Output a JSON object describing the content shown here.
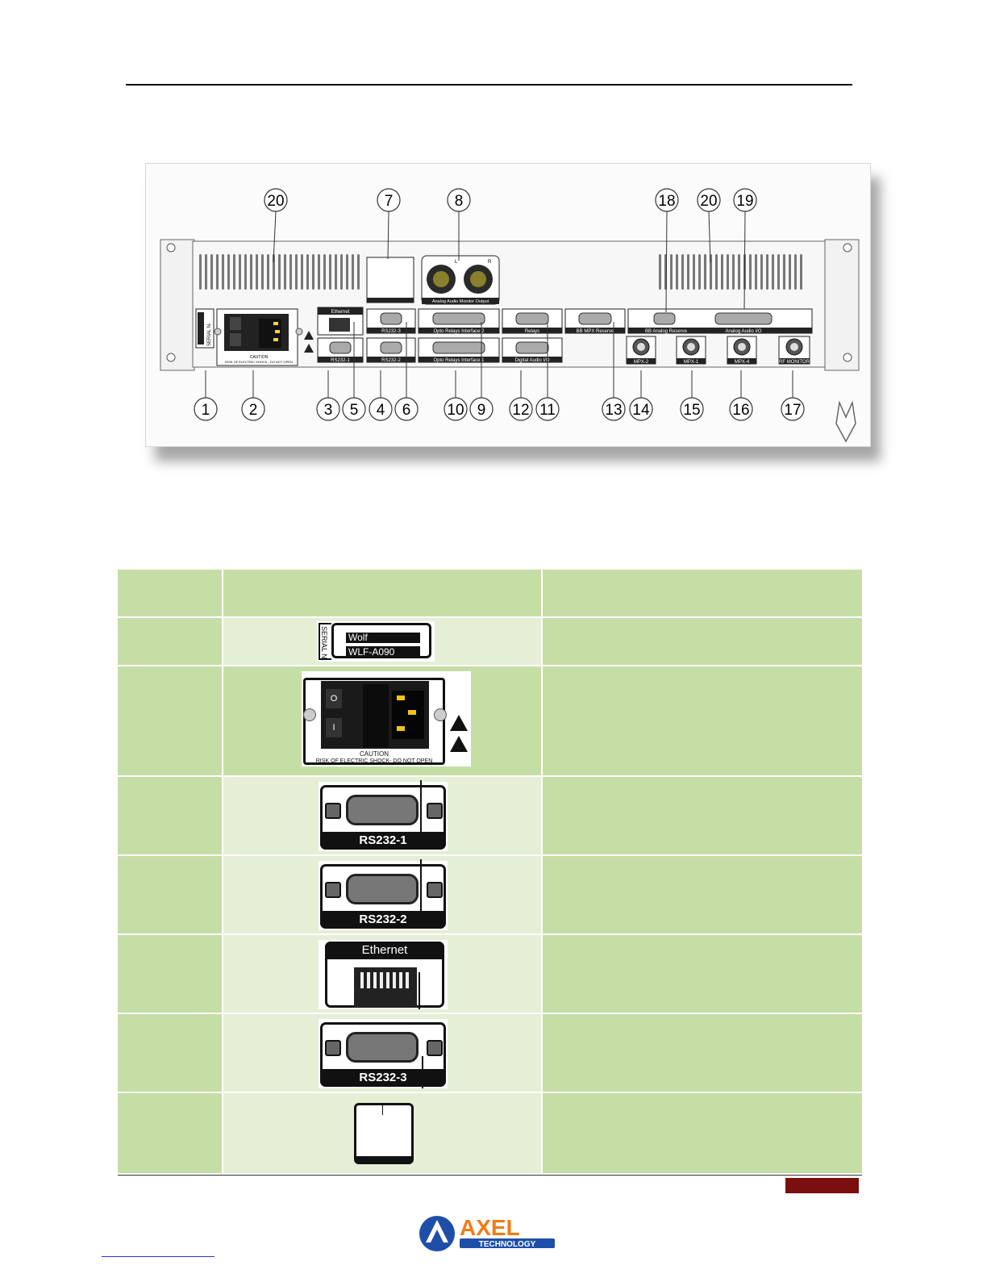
{
  "figure": {
    "callouts_top": [
      "20",
      "7",
      "8",
      "18",
      "20",
      "19"
    ],
    "callouts_bottom": [
      "1",
      "2",
      "3",
      "5",
      "4",
      "6",
      "10",
      "9",
      "12",
      "11",
      "13",
      "14",
      "15",
      "16",
      "17"
    ],
    "panel_labels": {
      "serial": "SERIAL N.",
      "model_small": "WLF-A090",
      "caution": "CAUTION",
      "caution_text": "RISK OF ELECTRIC SHOCK - DO NOT OPEN",
      "ethernet": "Ethernet",
      "rs232_3": "RS232-3",
      "rs232_1": "RS232-1",
      "rs232_2": "RS232-2",
      "opto2": "Opto Relays Interface 2",
      "opto1": "Opto Relays Interface 1",
      "relays": "Relays",
      "digital": "Digital Audio I/O",
      "bb_mpx": "BB MPX Reserve",
      "bb_analog": "BB Analog Reserve",
      "analog_io": "Analog Audio I/O",
      "monitor": "Analog Audio Monitor Output",
      "mpx2": "MPX-2",
      "mpx1": "MPX-1",
      "mpx4": "MPX-4",
      "rf": "RF MONITOR",
      "l": "L",
      "r": "R"
    }
  },
  "table": {
    "thumbs": {
      "serial_brand": "Wolf",
      "serial_model": "WLF-A090",
      "serial_side": "SERIAL N.",
      "power_caution": "CAUTION",
      "power_caution_text": "RISK OF ELECTRIC SHOCK- DO NOT OPEN",
      "rs232_1": "RS232-1",
      "rs232_2": "RS232-2",
      "ethernet": "Ethernet",
      "rs232_3": "RS232-3"
    }
  },
  "footer": {
    "logo_word": "AXEL",
    "logo_sub": "TECHNOLOGY"
  },
  "colors": {
    "table_dark": "#c5dea6",
    "table_light": "#e4efd6",
    "page_tab": "#7b0e0e",
    "logo_blue": "#1e4fa8",
    "logo_orange": "#f07d16"
  }
}
